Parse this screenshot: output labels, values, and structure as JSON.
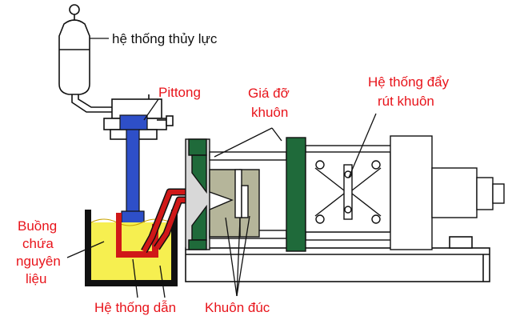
{
  "labels": {
    "hydraulic": "hệ thống thủy lực",
    "piston": "Pittong",
    "mold_holder_1": "Giá đỡ",
    "mold_holder_2": "khuôn",
    "ejector_1": "Hệ thống đẩy",
    "ejector_2": "rút khuôn",
    "chamber_1": "Buồng",
    "chamber_2": "chứa",
    "chamber_3": "nguyên",
    "chamber_4": "liệu",
    "conduit": "Hệ thống dẫn",
    "mold": "Khuôn đúc"
  },
  "colors": {
    "label_red": "#e8141b",
    "leader_black": "#111111",
    "green_plate": "#1f6a3a",
    "blue_piston": "#2e4fc8",
    "red_pipe": "#d01818",
    "molten_yellow": "#f6ef50",
    "die_gray": "#b5b59a",
    "machine_gray": "#d8d8d8"
  }
}
